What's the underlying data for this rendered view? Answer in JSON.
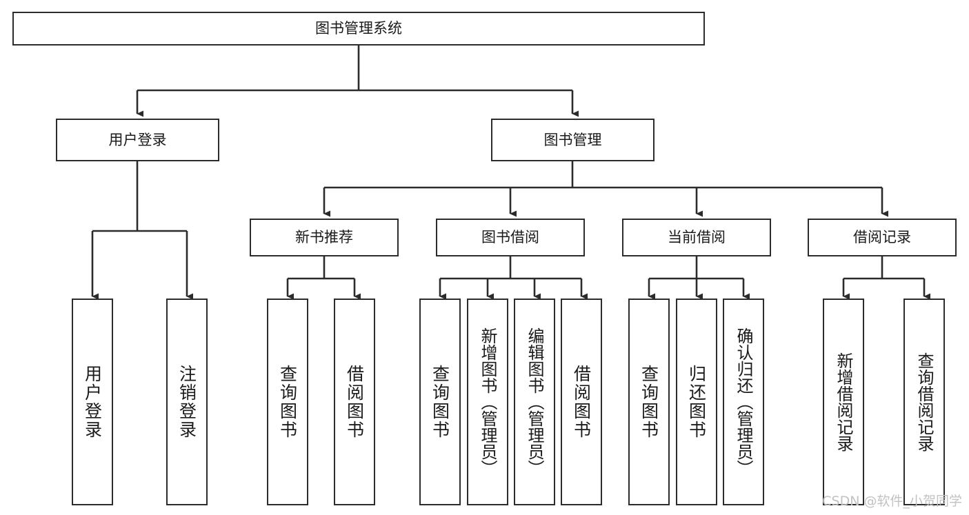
{
  "diagram": {
    "type": "tree-hierarchy",
    "title": "图书管理系统",
    "watermark": "CSDN @软件_小贺同学",
    "colors": {
      "stroke": "#2b2b2b",
      "fill": "#ffffff",
      "text": "#1a1a1a",
      "watermark": "#c2c2c2"
    },
    "nodes": {
      "root": {
        "label": "图书管理系统",
        "level": 1
      },
      "l2": [
        {
          "id": "user-login",
          "label": "用户登录",
          "level": 2
        },
        {
          "id": "book-mgmt",
          "label": "图书管理",
          "level": 2
        }
      ],
      "l3": [
        {
          "id": "new-book-rec",
          "label": "新书推荐",
          "level": 3
        },
        {
          "id": "book-borrow",
          "label": "图书借阅",
          "level": 3
        },
        {
          "id": "current-borrow",
          "label": "当前借阅",
          "level": 3
        },
        {
          "id": "borrow-record",
          "label": "借阅记录",
          "level": 3
        }
      ],
      "leaves": [
        {
          "id": "leaf-user-login",
          "label": "用户登录",
          "parent": "user-login"
        },
        {
          "id": "leaf-logout",
          "label": "注销登录",
          "parent": "user-login"
        },
        {
          "id": "leaf-query-book-1",
          "label": "查询图书",
          "parent": "new-book-rec"
        },
        {
          "id": "leaf-borrow-book-1",
          "label": "借阅图书",
          "parent": "new-book-rec"
        },
        {
          "id": "leaf-query-book-2",
          "label": "查询图书",
          "parent": "book-borrow"
        },
        {
          "id": "leaf-add-book",
          "label": "新增图书（管理员）",
          "parent": "book-borrow"
        },
        {
          "id": "leaf-edit-book",
          "label": "编辑图书（管理员）",
          "parent": "book-borrow"
        },
        {
          "id": "leaf-borrow-book-2",
          "label": "借阅图书",
          "parent": "book-borrow"
        },
        {
          "id": "leaf-query-book-3",
          "label": "查询图书",
          "parent": "current-borrow"
        },
        {
          "id": "leaf-return-book",
          "label": "归还图书",
          "parent": "current-borrow"
        },
        {
          "id": "leaf-confirm-return",
          "label": "确认归还（管理员）",
          "parent": "current-borrow"
        },
        {
          "id": "leaf-add-record",
          "label": "新增借阅记录",
          "parent": "borrow-record"
        },
        {
          "id": "leaf-query-record",
          "label": "查询借阅记录",
          "parent": "borrow-record"
        }
      ]
    }
  }
}
